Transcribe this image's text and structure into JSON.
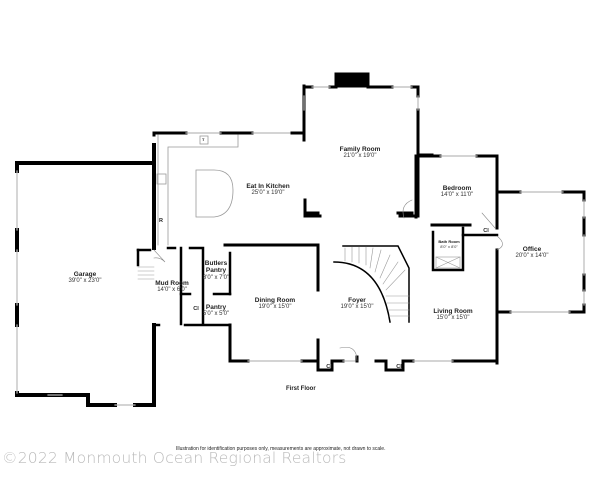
{
  "floor_plan": {
    "floor_label": "First Floor",
    "rooms": [
      {
        "name": "Garage",
        "dimensions": "39'0\" x 23'0\""
      },
      {
        "name": "Eat In Kitchen",
        "dimensions": "25'0\" x 19'0\""
      },
      {
        "name": "Family Room",
        "dimensions": "21'0\" x 19'0\""
      },
      {
        "name": "Bedroom",
        "dimensions": "14'0\" x 11'0\""
      },
      {
        "name": "Office",
        "dimensions": "20'0\" x 14'0\""
      },
      {
        "name": "Mud Room",
        "dimensions": "14'0\" x 6'0\""
      },
      {
        "name": "Butlers Pantry",
        "dimensions": "8'0\" x 7'0\""
      },
      {
        "name": "Pantry",
        "dimensions": "5'0\" x 5'0\""
      },
      {
        "name": "Dining Room",
        "dimensions": "19'0\" x 15'0\""
      },
      {
        "name": "Foyer",
        "dimensions": "19'0\" x 15'0\""
      },
      {
        "name": "Living Room",
        "dimensions": "15'0\" x 15'0\""
      },
      {
        "name": "Bath Room",
        "dimensions": "8'0\" x 8'0\""
      }
    ],
    "closet_label": "Cl",
    "fixture_labels": {
      "refrigerator": "R",
      "toilet": "T"
    }
  },
  "footer": {
    "disclaimer": "Illustration for identification purposes only, measurements are approximate, not drawn to scale.",
    "watermark": "©2022 Monmouth Ocean Regional Realtors"
  }
}
